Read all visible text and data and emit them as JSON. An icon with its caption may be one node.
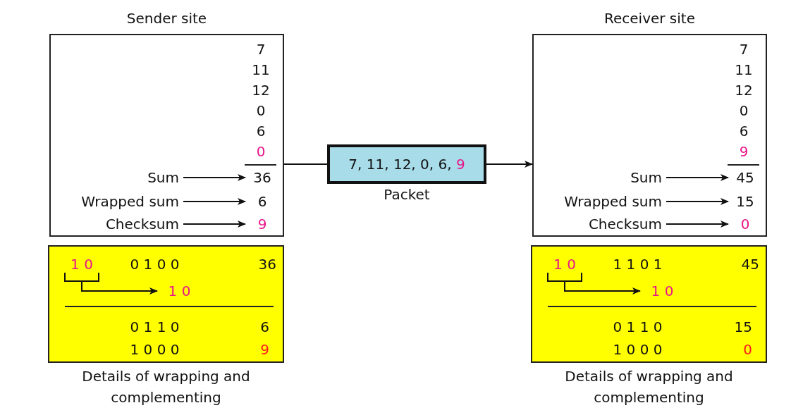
{
  "diagram": {
    "nodes": [
      {
        "text": [
          "Sender site"
        ]
      },
      {
        "text": [
          "Sum"
        ],
        "in": 0
      },
      {
        "text": [
          "36"
        ],
        "in": 0
      },
      {
        "text": [
          "Wrapped sum"
        ],
        "in": 0
      },
      {
        "text": [
          "6"
        ],
        "in": 0
      },
      {
        "text": [
          "Checksum"
        ],
        "in": 0
      },
      {
        "text": [
          "9"
        ],
        "in": 0
      },
      {
        "text": [],
        "shape": "box",
        "beside": [
          "Details of wrapping and complementing"
        ]
      },
      {
        "text": [
          "1 0"
        ],
        "in": 7
      },
      {
        "text": [
          "0 1 0 0"
        ],
        "in": 7
      },
      {
        "text": [
          "36"
        ],
        "in": 7
      },
      {
        "text": [
          "1 0"
        ],
        "in": 7
      },
      {
        "text": [
          "0 1 1 0"
        ],
        "in": 7
      },
      {
        "text": [
          "6"
        ],
        "in": 7
      },
      {
        "text": [
          "1 0 0 0"
        ],
        "in": 7
      },
      {
        "text": [
          "9"
        ],
        "in": 7
      },
      {
        "text": [
          "7, 11, 12, 0, 6, 9"
        ],
        "beside": [
          "Packet"
        ]
      },
      {
        "text": [
          "Receiver site"
        ]
      },
      {
        "text": [
          "Sum"
        ],
        "in": 17
      },
      {
        "text": [
          "45"
        ],
        "in": 17
      },
      {
        "text": [
          "Wrapped sum"
        ],
        "in": 17
      },
      {
        "text": [
          "15"
        ],
        "in": 17
      },
      {
        "text": [
          "Checksum"
        ],
        "in": 17
      },
      {
        "text": [
          "0"
        ],
        "in": 17
      },
      {
        "text": [],
        "shape": "box",
        "beside": [
          "Details of wrapping and complementing"
        ]
      },
      {
        "text": [
          "1 0"
        ],
        "in": 24
      },
      {
        "text": [
          "1 1 0 1"
        ],
        "in": 24
      },
      {
        "text": [
          "45"
        ],
        "in": 24
      },
      {
        "text": [
          "1 0"
        ],
        "in": 24
      },
      {
        "text": [
          "0 1 1 0"
        ],
        "in": 24
      },
      {
        "text": [
          "15"
        ],
        "in": 24
      },
      {
        "text": [
          "1 0 0 0"
        ],
        "in": 24
      },
      {
        "text": [
          "0"
        ],
        "in": 24
      }
    ],
    "edges": [
      {
        "from": 1,
        "to": 2,
        "arrow": "to"
      },
      {
        "from": 3,
        "to": 4,
        "arrow": "to"
      },
      {
        "from": 5,
        "to": 6,
        "arrow": "to"
      },
      {
        "from": 8,
        "to": 11,
        "arrow": "to"
      },
      {
        "from": 0,
        "to": 16,
        "arrow": "none"
      },
      {
        "from": 16,
        "to": 17,
        "arrow": "to"
      },
      {
        "from": 18,
        "to": 19,
        "arrow": "to"
      },
      {
        "from": 20,
        "to": 21,
        "arrow": "to"
      },
      {
        "from": 22,
        "to": 23,
        "arrow": "to"
      },
      {
        "from": 25,
        "to": 28,
        "arrow": "to"
      }
    ],
    "labels": [
      "7",
      "11",
      "12",
      "0",
      "6",
      "0",
      "7",
      "11",
      "12",
      "0",
      "6",
      "9"
    ]
  }
}
